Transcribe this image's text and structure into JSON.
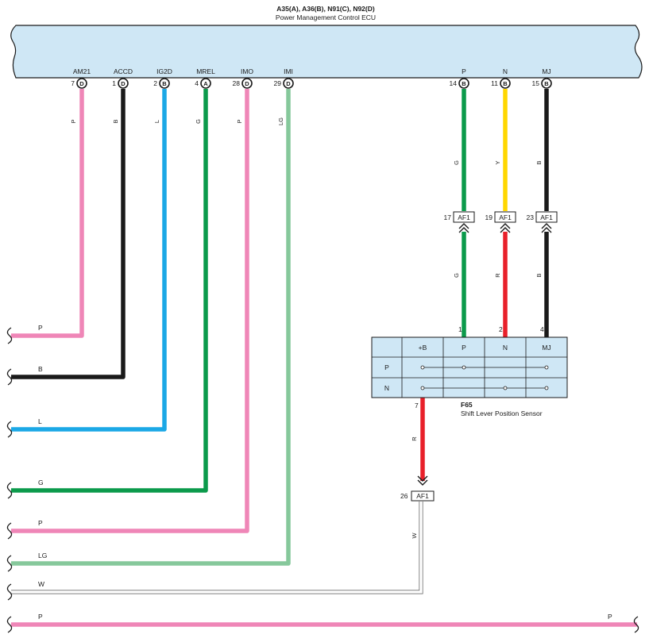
{
  "ecu": {
    "codes": "A35(A), A36(B), N91(C), N92(D)",
    "name": "Power Management Control ECU",
    "fill": "#cfe7f5"
  },
  "colors": {
    "P": "#ef86b7",
    "B": "#1a1a1a",
    "L": "#1ba8e6",
    "G": "#0b9a4b",
    "LG": "#86c89b",
    "Y": "#ffd700",
    "R": "#e8202a",
    "W": "#ffffff"
  },
  "ecu_pins": [
    {
      "name": "AM21",
      "num": "7",
      "conn": "D",
      "wire": "P"
    },
    {
      "name": "ACCD",
      "num": "1",
      "conn": "D",
      "wire": "B"
    },
    {
      "name": "IG2D",
      "num": "2",
      "conn": "B",
      "wire": "L"
    },
    {
      "name": "MREL",
      "num": "4",
      "conn": "A",
      "wire": "G"
    },
    {
      "name": "IMO",
      "num": "28",
      "conn": "D",
      "wire": "P"
    },
    {
      "name": "IMI",
      "num": "29",
      "conn": "D",
      "wire": "LG"
    },
    {
      "name": "P",
      "num": "14",
      "conn": "B",
      "wire": "G"
    },
    {
      "name": "N",
      "num": "11",
      "conn": "B",
      "wire": "Y"
    },
    {
      "name": "MJ",
      "num": "15",
      "conn": "B",
      "wire": "B"
    }
  ],
  "junctions": [
    {
      "label": "AF1",
      "num": "17",
      "lower_wire": "G"
    },
    {
      "label": "AF1",
      "num": "19",
      "lower_wire": "R"
    },
    {
      "label": "AF1",
      "num": "23",
      "lower_wire": "B"
    }
  ],
  "left_wires": [
    {
      "label": "P"
    },
    {
      "label": "B"
    },
    {
      "label": "L"
    },
    {
      "label": "G"
    },
    {
      "label": "P"
    },
    {
      "label": "LG"
    },
    {
      "label": "W"
    },
    {
      "label": "P"
    }
  ],
  "bottom_right_label": "P",
  "sensor": {
    "id": "F65",
    "name": "Shift Lever Position Sensor",
    "top_pins": [
      "1",
      "2",
      "4"
    ],
    "columns": [
      "+B",
      "P",
      "N",
      "MJ"
    ],
    "rows": [
      "P",
      "N"
    ],
    "out_pin": "7",
    "out_wire": "R"
  },
  "junction_bottom": {
    "label": "AF1",
    "num": "26",
    "wire": "W"
  }
}
